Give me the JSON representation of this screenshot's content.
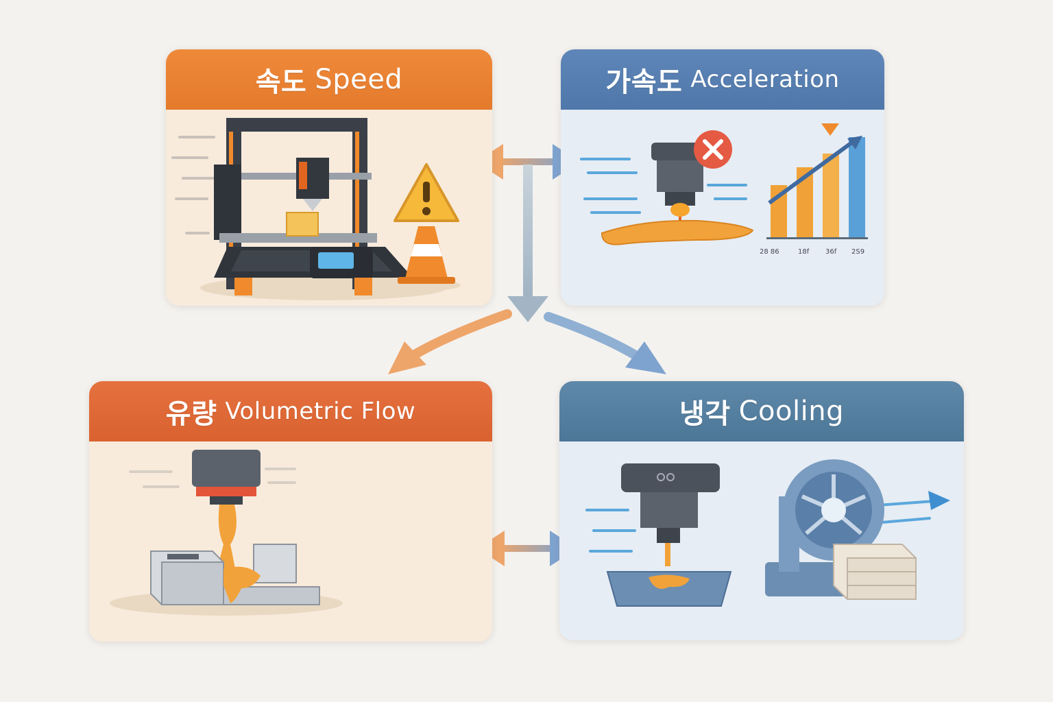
{
  "cards": {
    "speed": {
      "title_ko": "속도",
      "title_en": "Speed"
    },
    "acceleration": {
      "title_ko": "가속도",
      "title_en": "Acceleration",
      "chart_labels": [
        "28 86",
        "18f",
        "36f",
        "2S9"
      ]
    },
    "flow": {
      "title_ko": "유량",
      "title_en": "Volumetric Flow"
    },
    "cooling": {
      "title_ko": "냉각",
      "title_en": "Cooling"
    }
  },
  "colors": {
    "orange": "#e47a2c",
    "blue": "#4f77a9",
    "red": "#d9622f",
    "steel": "#4c7797",
    "filament": "#f0a32e"
  }
}
